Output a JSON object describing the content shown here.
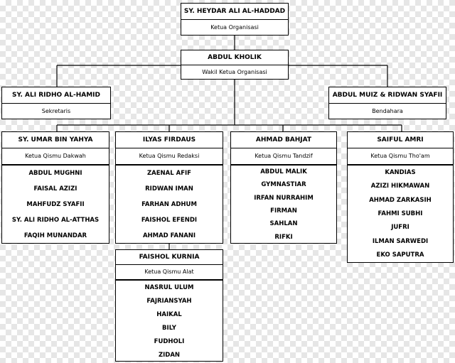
{
  "leader": {
    "name": "SY. HEYDAR ALI AL-HADDAD",
    "role": "Ketua Organisasi"
  },
  "vice": {
    "name": "ABDUL KHOLIK",
    "role": "Wakil Ketua Organisasi"
  },
  "secretary": {
    "name": "SY. ALI RIDHO AL-HAMID",
    "role": "Sekretaris"
  },
  "treasurer": {
    "name": "ABDUL MUIZ & RIDWAN SYAFII",
    "role": "Bendahara"
  },
  "divisions": [
    {
      "head": "SY. UMAR BIN YAHYA",
      "role": "Ketua Qismu Dakwah",
      "members": [
        "ABDUL MUGHNI",
        "FAISAL AZIZI",
        "MAHFUDZ SYAFII",
        "SY. ALI RIDHO AL-ATTHAS",
        "FAQIH MUNANDAR"
      ]
    },
    {
      "head": "ILYAS FIRDAUS",
      "role": "Ketua Qismu Redaksi",
      "members": [
        "ZAENAL AFIF",
        "RIDWAN IMAN",
        "FARHAN ADHUM",
        "FAISHOL EFENDI",
        "AHMAD FANANI"
      ]
    },
    {
      "head": "AHMAD BAHJAT",
      "role": "Ketua Qismu Tandzif",
      "members": [
        "ABDUL MALIK",
        "GYMNASTIAR",
        "IRFAN NURRAHIM",
        "FIRMAN",
        "SAHLAN",
        "RIFKI"
      ]
    },
    {
      "head": "SAIFUL AMRI",
      "role": "Ketua Qismu Tho'am",
      "members": [
        "KANDIAS",
        "AZIZI HIKMAWAN",
        "AHMAD ZARKASIH",
        "FAHMI SUBHI",
        "JUFRI",
        "ILMAN SARWEDI",
        "EKO SAPUTRA"
      ]
    },
    {
      "head": "FAISHOL KURNIA",
      "role": "Ketua Qismu Alat",
      "members": [
        "NASRUL ULUM",
        "FAJRIANSYAH",
        "HAIKAL",
        "BILY",
        "FUDHOLI",
        "ZIDAN"
      ]
    }
  ]
}
